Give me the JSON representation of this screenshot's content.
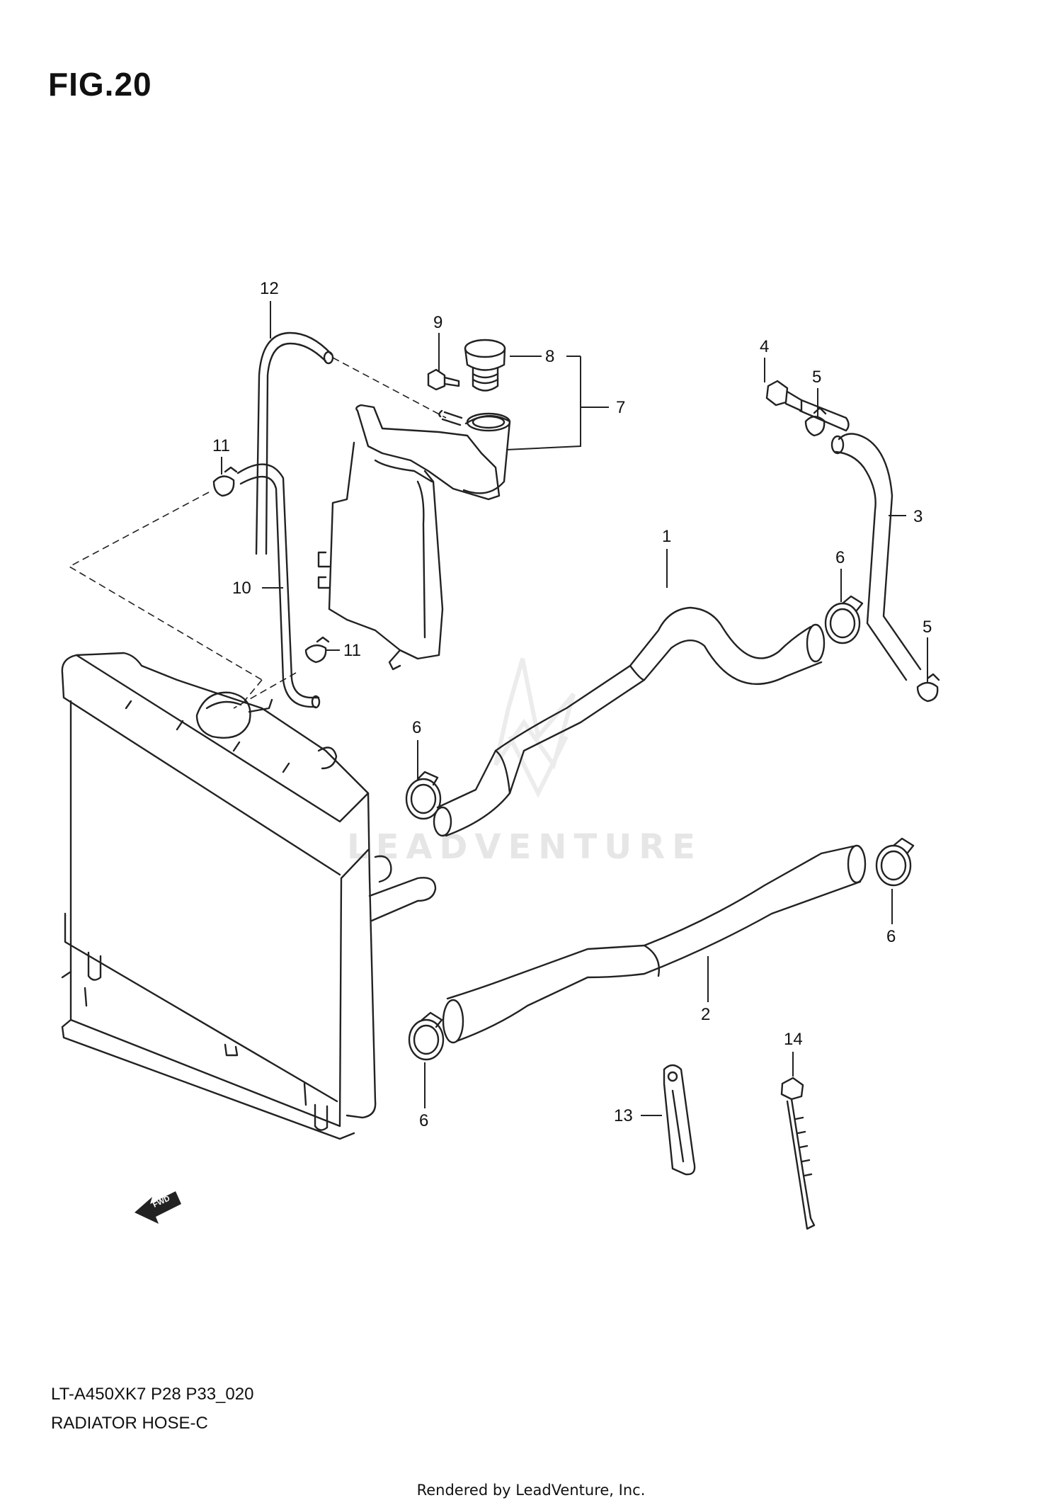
{
  "figure": {
    "title": "FIG.20"
  },
  "parts": [
    {
      "number": "1"
    },
    {
      "number": "2"
    },
    {
      "number": "3"
    },
    {
      "number": "4"
    },
    {
      "number": "5"
    },
    {
      "number": "5"
    },
    {
      "number": "6"
    },
    {
      "number": "6"
    },
    {
      "number": "6"
    },
    {
      "number": "6"
    },
    {
      "number": "7"
    },
    {
      "number": "8"
    },
    {
      "number": "9"
    },
    {
      "number": "10"
    },
    {
      "number": "11"
    },
    {
      "number": "11"
    },
    {
      "number": "12"
    },
    {
      "number": "13"
    },
    {
      "number": "14"
    }
  ],
  "direction_marker": {
    "label": "FWD",
    "icon": "forward-arrow-icon"
  },
  "watermark": {
    "text": "LEADVENTURE",
    "icon": "leadventure-logo"
  },
  "footer": {
    "model_code": "LT-A450XK7 P28 P33_020",
    "diagram_name": "RADIATOR HOSE-C",
    "credit": "Rendered by LeadVenture, Inc."
  }
}
